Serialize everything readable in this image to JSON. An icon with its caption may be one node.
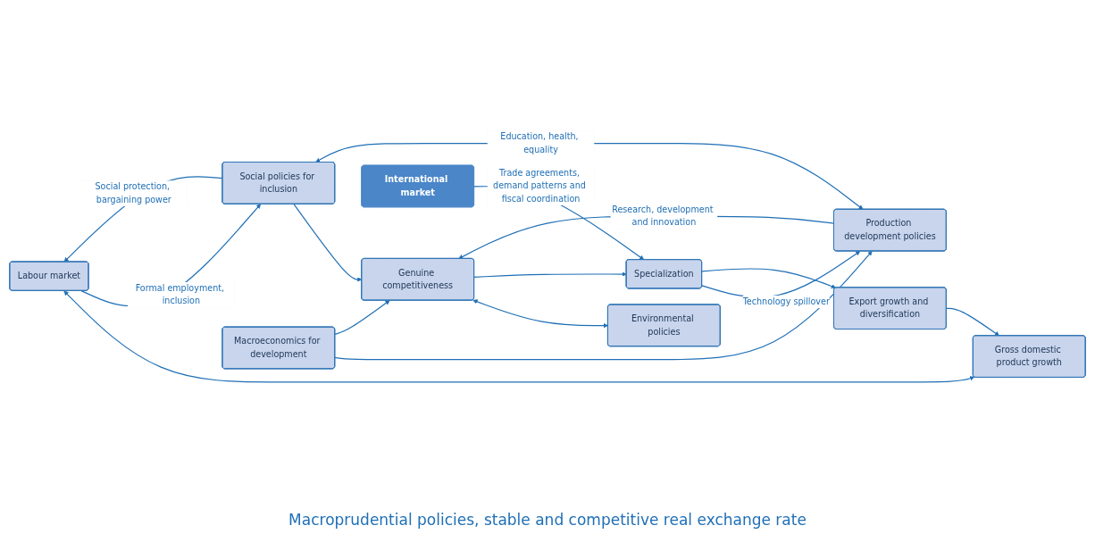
{
  "diagram": {
    "nodes": [
      {
        "text": [
          "Labour market"
        ]
      },
      {
        "text": [
          "Gross domestic product growth"
        ]
      },
      {
        "text": [
          "Environmental policies"
        ]
      },
      {
        "text": [
          "Export growth and diversification"
        ]
      },
      {
        "text": [
          "Social policies for inclusion"
        ]
      },
      {
        "text": [
          "Genuine competitiveness"
        ]
      },
      {
        "text": [
          "Specialization"
        ]
      },
      {
        "text": [
          "Production development policies"
        ]
      },
      {
        "text": [
          "International market"
        ]
      },
      {
        "text": [
          "Macroeconomics for development"
        ]
      }
    ],
    "edges": [
      {
        "from": 0,
        "to": 1,
        "arrow": "both"
      },
      {
        "from": 4,
        "to": 0,
        "arrow": "to",
        "label": "Social protection, bargaining power"
      },
      {
        "from": 0,
        "to": 4,
        "arrow": "to",
        "label": "Formal employment, inclusion"
      },
      {
        "from": 5,
        "to": 2,
        "arrow": "both"
      },
      {
        "from": 4,
        "to": 5,
        "arrow": "to"
      },
      {
        "from": 4,
        "to": 7,
        "arrow": "both",
        "label": "Education, health, equality"
      },
      {
        "from": 7,
        "to": 5,
        "arrow": "to",
        "label": "Research, development and innovation"
      },
      {
        "from": 5,
        "to": 6,
        "arrow": "to"
      },
      {
        "from": 6,
        "to": 7,
        "arrow": "to",
        "label": "Technology spillover"
      },
      {
        "from": 6,
        "to": 3,
        "arrow": "to"
      },
      {
        "from": 3,
        "to": 1,
        "arrow": "to"
      },
      {
        "from": 8,
        "to": 6,
        "arrow": "to",
        "label": "Trade agreements, demand patterns and fiscal coordination"
      },
      {
        "from": 9,
        "to": 7,
        "arrow": "to"
      },
      {
        "from": 9,
        "to": 5,
        "arrow": "to"
      }
    ],
    "labels": [
      "Macroprudential policies, stable and competitive real exchange rate"
    ]
  }
}
